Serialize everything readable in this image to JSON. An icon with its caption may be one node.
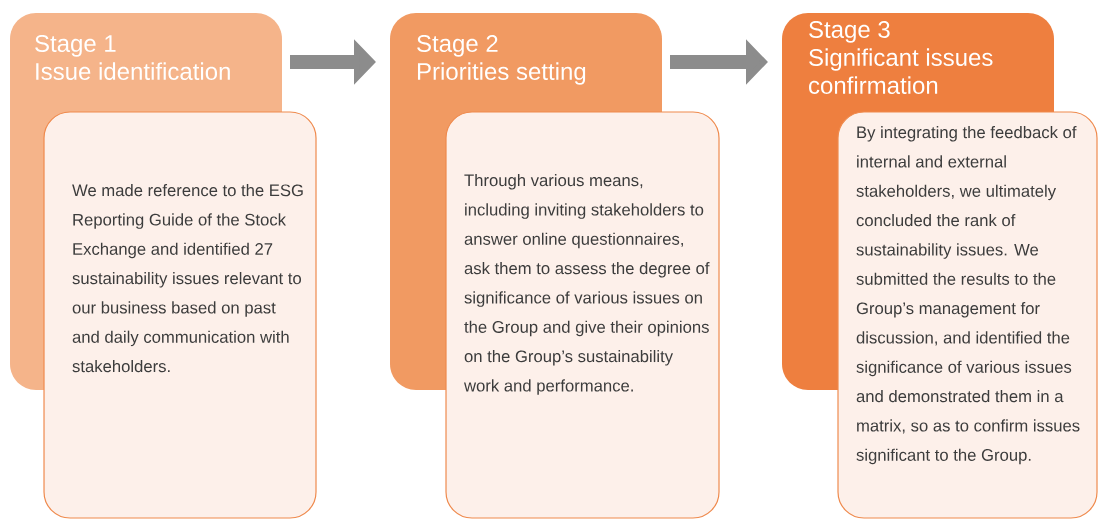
{
  "diagram": {
    "nodes": [
      {
        "text": [
          "Stage 1",
          "Issue identification"
        ]
      },
      {
        "text": [
          "We made reference to the ESG Reporting Guide of the Stock Exchange and identified 27 sustainability issues relevant to our business based on past and daily communication with stakeholders."
        ]
      },
      {
        "text": [
          "Stage 2",
          "Priorities setting"
        ]
      },
      {
        "text": [
          "Through various means, including inviting stakeholders to answer online questionnaires, ask them to assess the degree of significance of various issues on the Group and give their opinions on the Group’s sustainability work and performance."
        ]
      },
      {
        "text": [
          "Stage 3",
          "Significant issues confirmation"
        ]
      },
      {
        "text": [
          "By integrating the feedback of internal and external stakeholders, we ultimately concluded the rank of sustainability issues. We submitted the results to the Group’s management for discussion, and identified the significance of various issues and demonstrated them in a matrix, so as to confirm issues significant to the Group."
        ]
      }
    ],
    "edges": [
      {
        "from": 0,
        "to": 2,
        "arrow": "to"
      },
      {
        "from": 2,
        "to": 4,
        "arrow": "to"
      }
    ]
  }
}
